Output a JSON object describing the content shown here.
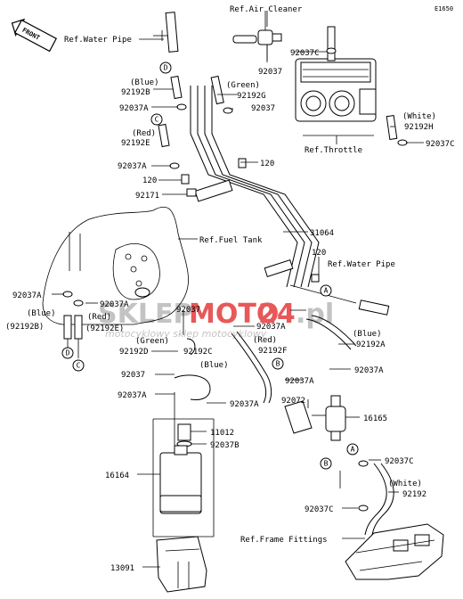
{
  "diagram_code": "E1650",
  "front_label": "FRONT",
  "watermark": {
    "brand_a": "SKLEP",
    "brand_b": "MOTO",
    "brand_c": "24",
    "brand_d": ".pl",
    "tagline": "motocyklowy sklep motocyklowy"
  },
  "callouts": {
    "C": "C",
    "D": "D",
    "A": "A",
    "B": "B"
  },
  "labels": {
    "ref_air_cleaner": "Ref.Air Cleaner",
    "ref_water_pipe_top": "Ref.Water Pipe",
    "p92037_top": "92037",
    "p92037C_top": "92037C",
    "blue_1": "(Blue)",
    "p92192B": "92192B",
    "green_1": "(Green)",
    "p92192G": "92192G",
    "p92037A_1": "92037A",
    "p92037_2": "92037",
    "red_1": "(Red)",
    "p92192E": "92192E",
    "white_1": "(White)",
    "p92192H": "92192H",
    "p92037C_r": "92037C",
    "ref_throttle": "Ref.Throttle",
    "p92037A_2": "92037A",
    "p120_a": "120",
    "p120_b": "120",
    "p92171": "92171",
    "ref_fuel_tank": "Ref.Fuel Tank",
    "p31064": "31064",
    "p120_c": "120",
    "ref_water_pipe_r": "Ref.Water Pipe",
    "p92037A_3": "92037A",
    "blue_2": "(Blue)",
    "p92192B_paren": "(92192B)",
    "red_2": "(Red)",
    "p92192E_paren": "(92192E)",
    "p92037_m": "92037",
    "p92037A_4": "92037A",
    "green_2": "(Green)",
    "p92192D": "92192D",
    "p92192C": "92192C",
    "p92037A_5": "92037A",
    "red_3": "(Red)",
    "p92192F": "92192F",
    "blue_3": "(Blue)",
    "p92192A": "92192A",
    "blue_4": "(Blue)",
    "p92037_l": "92037",
    "p92037A_6": "92037A",
    "p92037A_7": "92037A",
    "p92037A_8": "92037A",
    "p92037A_9": "92037A",
    "p92072": "92072",
    "p16165": "16165",
    "p11012": "11012",
    "p92037B": "92037B",
    "p16164": "16164",
    "p92037C_b": "92037C",
    "white_2": "(White)",
    "p92192": "92192",
    "p92037C_c": "92037C",
    "ref_frame_fittings": "Ref.Frame Fittings",
    "p13091": "13091"
  },
  "colors": {
    "line": "#000000",
    "watermark_red": "#e53b3b",
    "watermark_gray": "#b9b9b9"
  }
}
